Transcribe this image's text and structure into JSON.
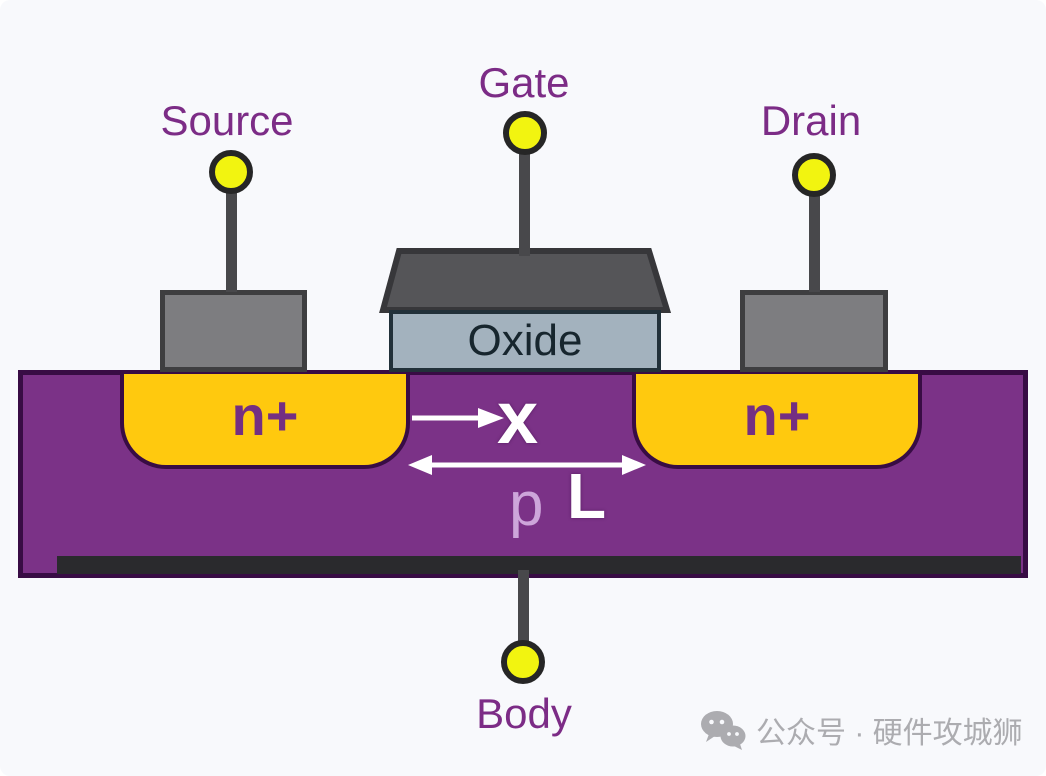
{
  "diagram": {
    "type": "mosfet-cross-section",
    "labels": {
      "source": "Source",
      "gate": "Gate",
      "drain": "Drain",
      "body": "Body"
    },
    "regions": {
      "oxide_label": "Oxide",
      "n_plus_source": "n+",
      "n_plus_drain": "n+",
      "substrate_label": "p"
    },
    "annotations": {
      "x_arrow_label": "x",
      "channel_length_label": "L"
    },
    "colors": {
      "background": "#F8F9FC",
      "label_text": "#7C2C86",
      "substrate": "#7B3287",
      "substrate_border": "#380C44",
      "n_plus": "#FFC90E",
      "n_plus_text": "#742F82",
      "oxide": "#A3B2BE",
      "gate_metal": "#555558",
      "contact": "#7D7D80",
      "lead": "#48484B",
      "terminal": "#F2F410",
      "arrow": "#FFFFFF",
      "p_label": "#CDA6DA",
      "base_strip": "#2A2A2D",
      "watermark": "#ACACB0"
    }
  },
  "watermark": {
    "icon": "wechat-icon",
    "text": "公众号 · 硬件攻城狮"
  }
}
